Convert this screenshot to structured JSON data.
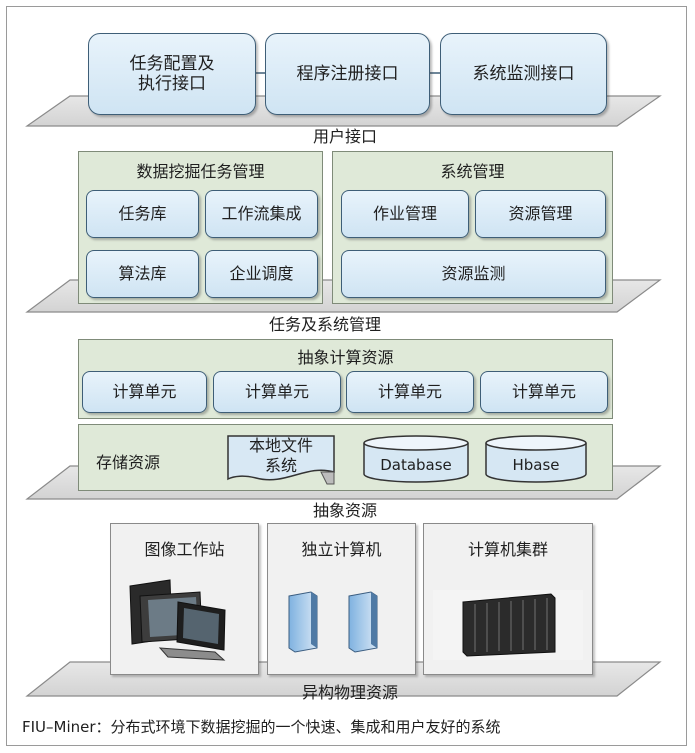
{
  "user_interface": {
    "box1": "任务配置及\n执行接口",
    "box2": "程序注册接口",
    "box3": "系统监测接口",
    "layer_label": "用户接口"
  },
  "task_system": {
    "mining_panel": {
      "title": "数据挖掘任务管理",
      "items": [
        "任务库",
        "工作流集成",
        "算法库",
        "企业调度"
      ]
    },
    "system_panel": {
      "title": "系统管理",
      "items": [
        "作业管理",
        "资源管理",
        "资源监测"
      ]
    },
    "layer_label": "任务及系统管理"
  },
  "abstract_resources": {
    "compute_panel": {
      "title": "抽象计算资源",
      "units": [
        "计算单元",
        "计算单元",
        "计算单元",
        "计算单元"
      ]
    },
    "storage_panel": {
      "title": "存储资源",
      "file": "本地文件\n系统",
      "database": "Database",
      "hbase": "Hbase"
    },
    "layer_label": "抽象资源"
  },
  "physical_resources": {
    "panels": [
      "图像工作站",
      "独立计算机",
      "计算机集群"
    ],
    "layer_label": "异构物理资源"
  },
  "caption": "FIU–Miner：分布式环境下数据挖掘的一个快速、集成和用户友好的系统"
}
